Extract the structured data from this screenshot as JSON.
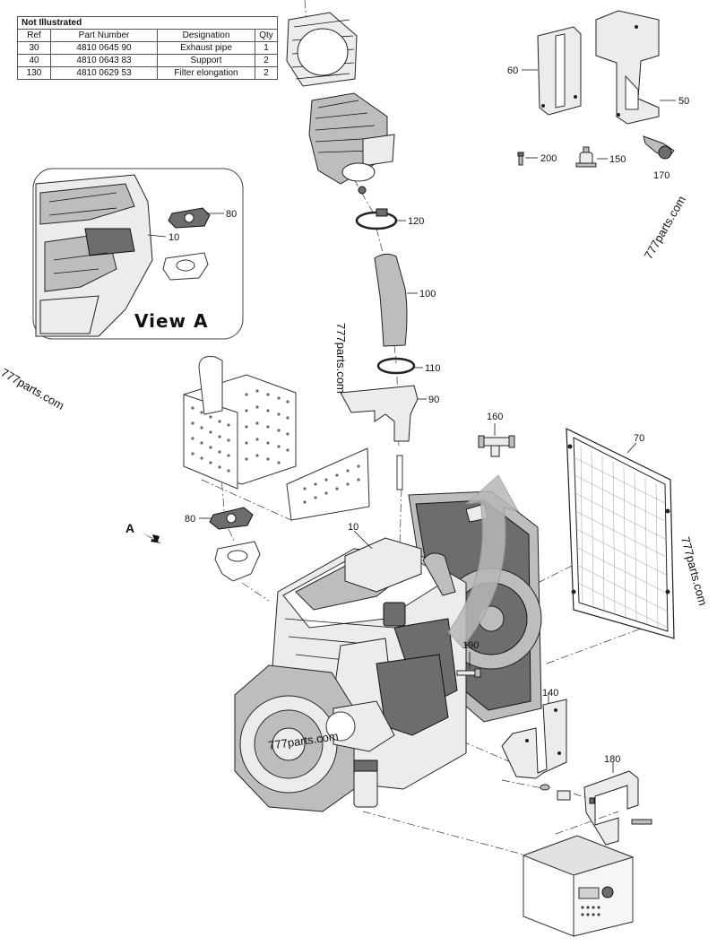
{
  "table": {
    "caption": "Not Illustrated",
    "headers": [
      "Ref",
      "Part Number",
      "Designation",
      "Qty"
    ],
    "rows": [
      [
        "30",
        "4810 0645 90",
        "Exhaust pipe",
        "1"
      ],
      [
        "40",
        "4810 0643 83",
        "Support",
        "2"
      ],
      [
        "130",
        "4810 0629 53",
        "Filter elongation",
        "2"
      ]
    ]
  },
  "callouts": {
    "c10_view": "10",
    "c80_view": "80",
    "c60": "60",
    "c50": "50",
    "c200": "200",
    "c150": "150",
    "c170": "170",
    "c120": "120",
    "c100": "100",
    "c110": "110",
    "c90": "90",
    "c160": "160",
    "c70": "70",
    "c10_main": "10",
    "c80_main": "80",
    "c190": "190",
    "c140": "140",
    "c180": "180"
  },
  "view_title": "View A",
  "view_arrow_label": "A",
  "watermarks": {
    "w1": "777parts.com",
    "w2": "777parts.com",
    "w3": "777parts.com",
    "w4": "777parts.com",
    "w5": "777parts.com"
  }
}
